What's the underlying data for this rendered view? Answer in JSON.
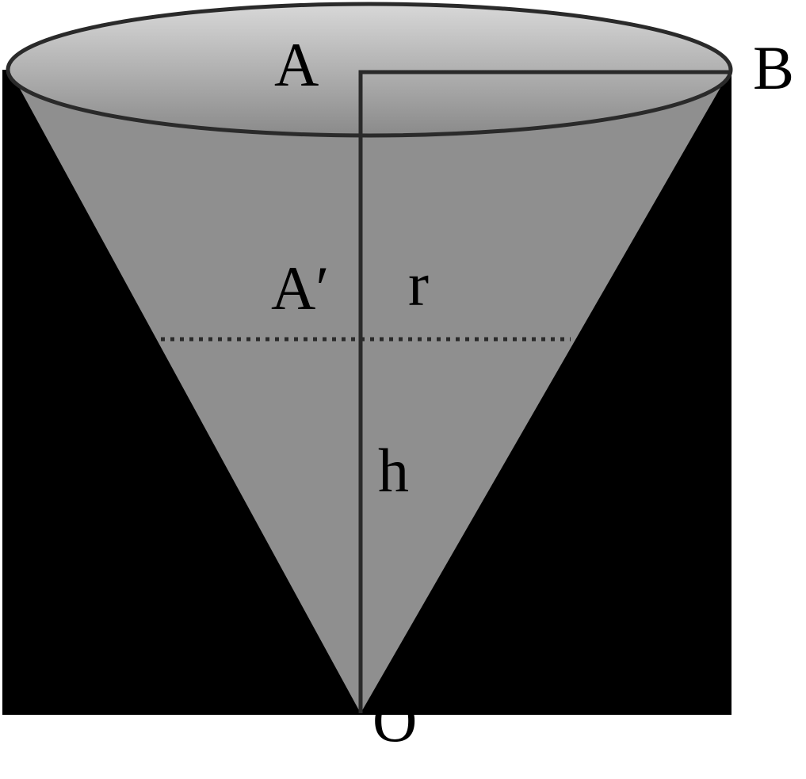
{
  "labels": {
    "top_center": "A",
    "top_right": "B",
    "cross_section_center": "A′",
    "radius": "r",
    "height": "h",
    "apex": "O"
  },
  "colors": {
    "background": "#ffffff",
    "frame": "#000000",
    "cone_fill": "#8f8f8f",
    "top_gradient_light": "#d6d6d6",
    "top_gradient_dark": "#8c8c8c",
    "stroke": "#2a2a2a"
  }
}
